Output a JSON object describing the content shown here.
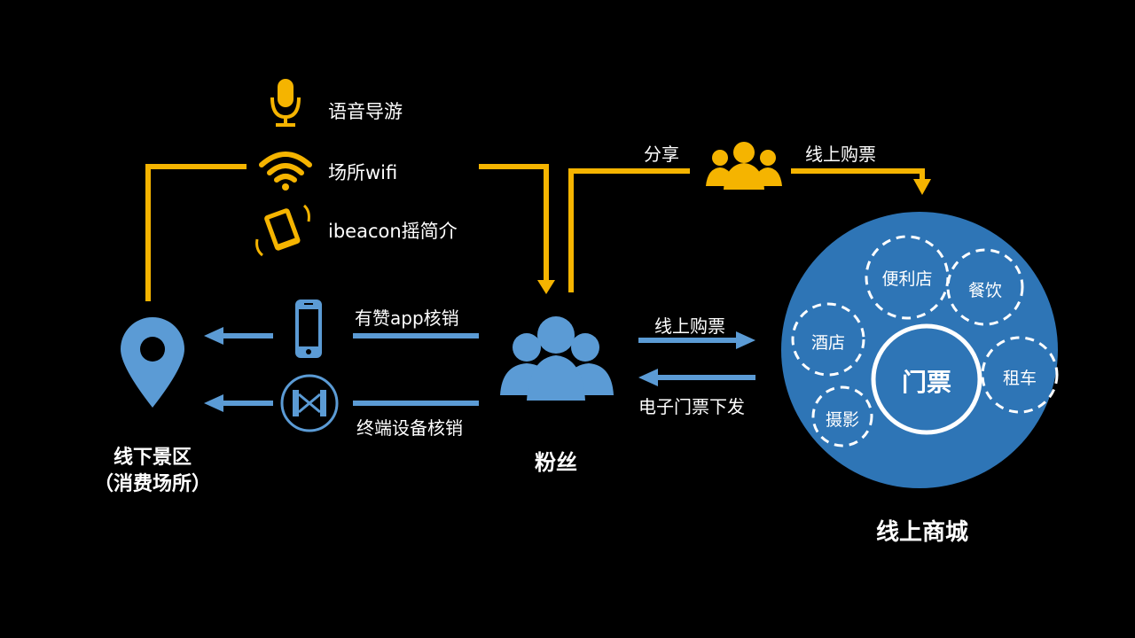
{
  "colors": {
    "background": "#000000",
    "accent_yellow": "#F5B400",
    "accent_blue": "#5B9BD5",
    "mall_blue": "#2E75B6"
  },
  "features": {
    "items": [
      {
        "icon": "microphone-icon",
        "label": "语音导游"
      },
      {
        "icon": "wifi-icon",
        "label": "场所wifi"
      },
      {
        "icon": "phone-shake-icon",
        "label": "ibeacon摇简介"
      }
    ]
  },
  "share": {
    "label": "分享",
    "icon": "group-icon"
  },
  "top_buy": {
    "label": "线上购票"
  },
  "scenic": {
    "icon": "location-pin-icon",
    "title": "线下景区",
    "subtitle": "（消费场所）"
  },
  "fans": {
    "icon": "users-icon",
    "title": "粉丝"
  },
  "verify": {
    "app": {
      "icon": "smartphone-icon",
      "label": "有赞app核销"
    },
    "terminal": {
      "icon": "gate-scanner-icon",
      "label": "终端设备核销"
    }
  },
  "exchange": {
    "buy_label": "线上购票",
    "ticket_label": "电子门票下发"
  },
  "mall": {
    "title": "线上商城",
    "center_label": "门票",
    "services": [
      "便利店",
      "餐饮",
      "酒店",
      "租车",
      "摄影"
    ]
  }
}
